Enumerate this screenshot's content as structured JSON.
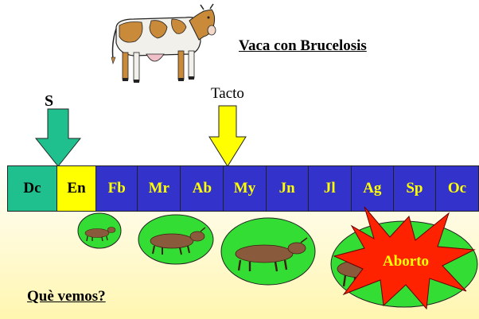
{
  "title": "Vaca con Brucelosis",
  "markers": {
    "s_label": "S",
    "tacto_label": "Tacto"
  },
  "months": [
    "Dc",
    "En",
    "Fb",
    "Mr",
    "Ab",
    "My",
    "Jn",
    "Jl",
    "Ag",
    "Sp",
    "Oc"
  ],
  "question": "Què vemos?",
  "aborto": "Aborto",
  "colors": {
    "timeline_blue": "#3333cc",
    "first_month": "#1fc08e",
    "second_month": "#ffff00",
    "month_text": "#ffff00",
    "arrow_s": "#1fc08e",
    "arrow_tacto": "#ffff00",
    "bubble": "#33dd33",
    "burst": "#ff2200"
  },
  "icons": {
    "cow": "cow-icon",
    "fetus": "fetus-icon",
    "arrow_s": "arrow-down-icon",
    "arrow_tacto": "arrow-down-icon",
    "burst": "explosion-burst-icon"
  }
}
